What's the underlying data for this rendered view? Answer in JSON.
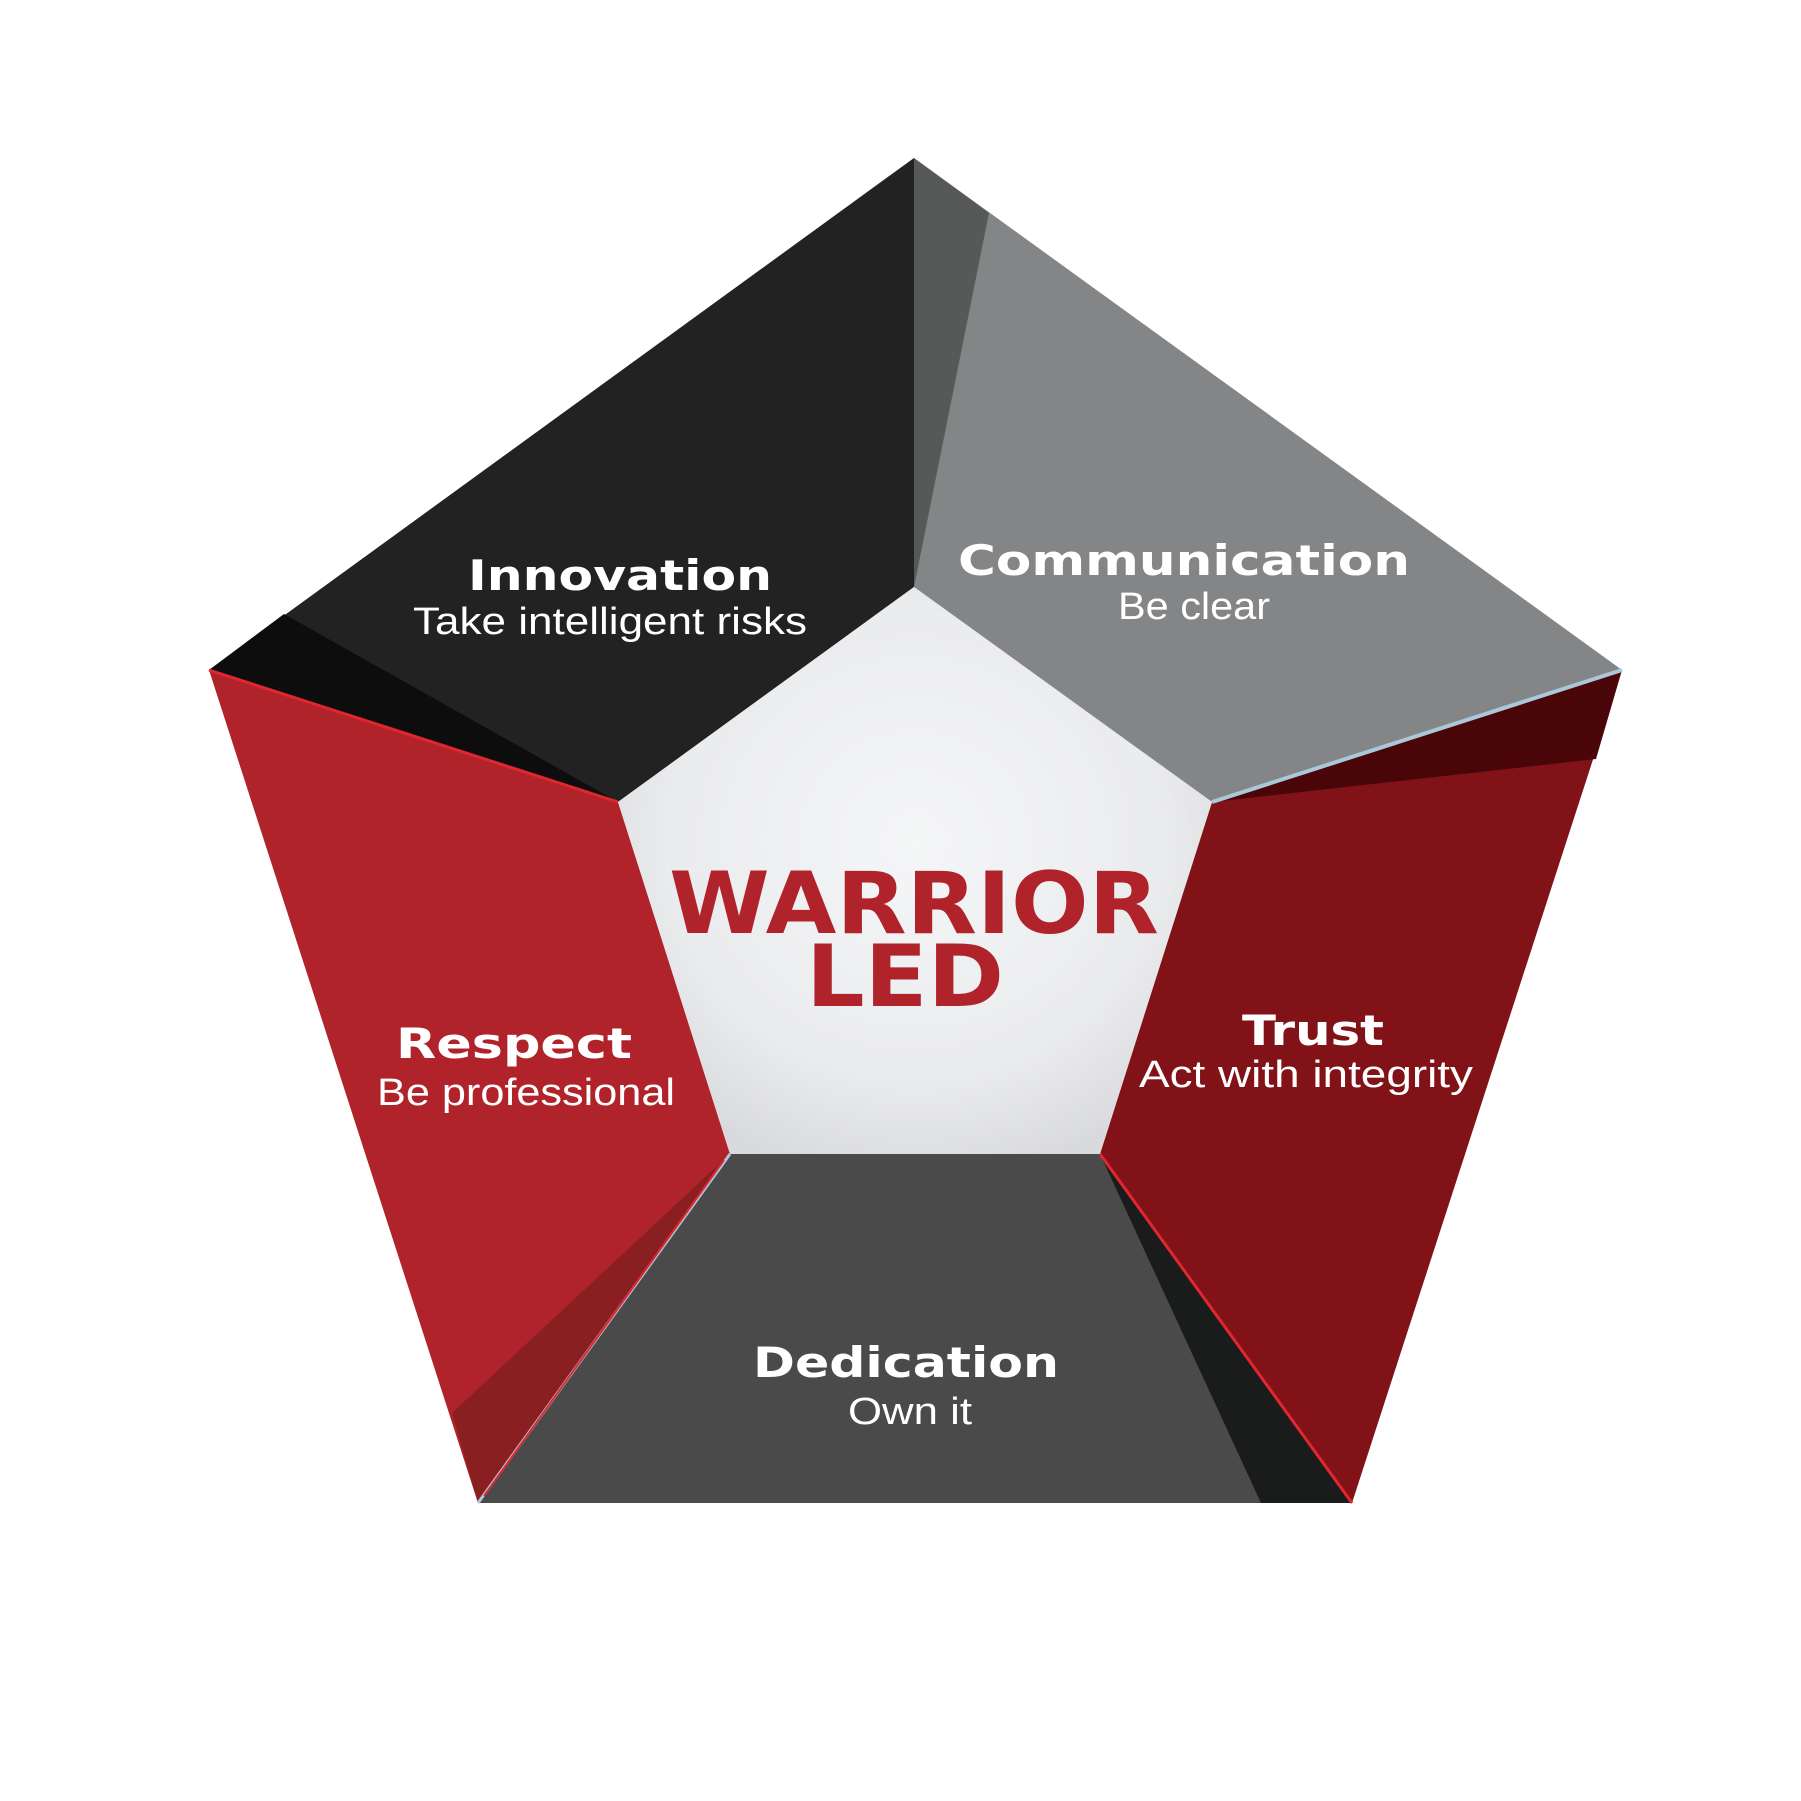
{
  "center": {
    "line1": "WARRIOR",
    "line2": "LED",
    "color": "#b0232a"
  },
  "values": [
    {
      "title": "Innovation",
      "subtitle": "Take intelligent risks",
      "color": "#222222"
    },
    {
      "title": "Communication",
      "subtitle": "Be clear",
      "color": "#848586"
    },
    {
      "title": "Trust",
      "subtitle": "Act with integrity",
      "color": "#801218"
    },
    {
      "title": "Dedication",
      "subtitle": "Own it",
      "color": "#4a4a4a"
    },
    {
      "title": "Respect",
      "subtitle": "Be professional",
      "color": "#b0232a"
    }
  ]
}
